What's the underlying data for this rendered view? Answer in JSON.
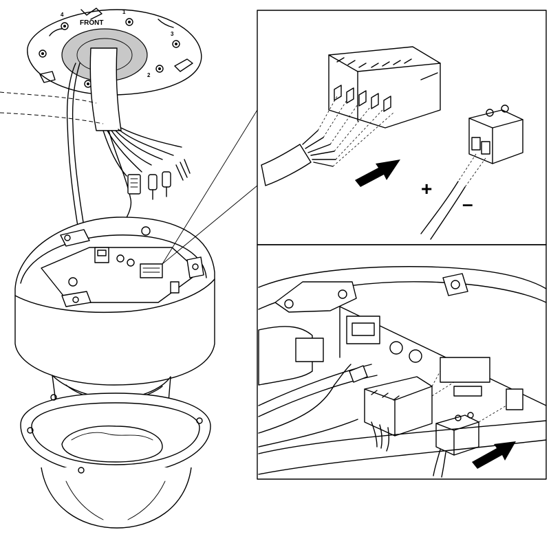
{
  "mount_plate": {
    "front_label": "FRONT",
    "position_numbers": [
      "4",
      "1",
      "2",
      "3"
    ]
  },
  "power_connector": {
    "plus_symbol": "+",
    "minus_symbol": "–"
  },
  "colors": {
    "line": "#000000",
    "background": "#ffffff",
    "plate_center": "#c8c8c8"
  }
}
